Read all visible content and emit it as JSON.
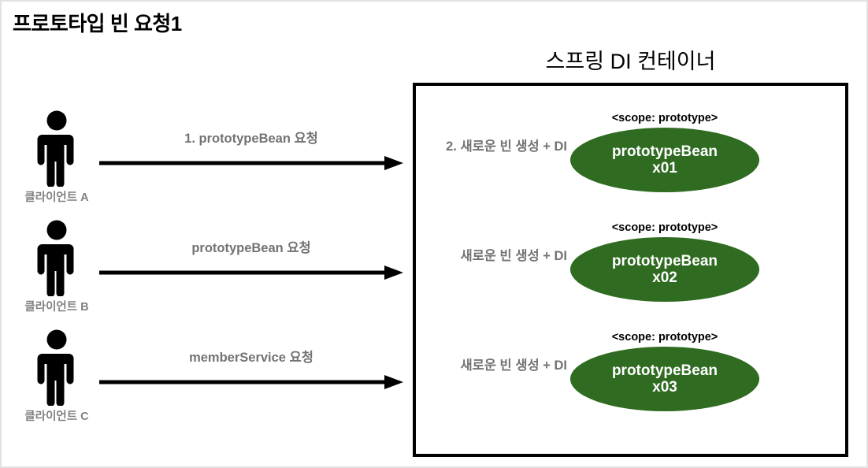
{
  "page": {
    "title": "프로토타입 빈 요청1"
  },
  "container": {
    "title": "스프링 DI 컨테이너"
  },
  "clients": [
    {
      "icon": "person-icon",
      "label": "클라이언트 A"
    },
    {
      "icon": "person-icon",
      "label": "클라이언트 B"
    },
    {
      "icon": "person-icon",
      "label": "클라이언트 C"
    }
  ],
  "arrows": [
    {
      "label": "1. prototypeBean 요청",
      "icon": "arrow-right-icon"
    },
    {
      "label": "prototypeBean 요청",
      "icon": "arrow-right-icon"
    },
    {
      "label": "memberService 요청",
      "icon": "arrow-right-icon"
    }
  ],
  "beans": [
    {
      "note": "2. 새로운 빈 생성 + DI",
      "scope": "<scope: prototype>",
      "name": "prototypeBean\nx01"
    },
    {
      "note": "새로운 빈 생성 + DI",
      "scope": "<scope: prototype>",
      "name": "prototypeBean\nx02"
    },
    {
      "note": "새로운 빈 생성 + DI",
      "scope": "<scope: prototype>",
      "name": "prototypeBean\nx03"
    }
  ],
  "colors": {
    "bean_fill": "#2f6b21",
    "bean_text": "#ffffff",
    "label_gray": "#737373",
    "client_label_gray": "#808080",
    "stroke_black": "#000000",
    "page_background": "#ffffff"
  }
}
